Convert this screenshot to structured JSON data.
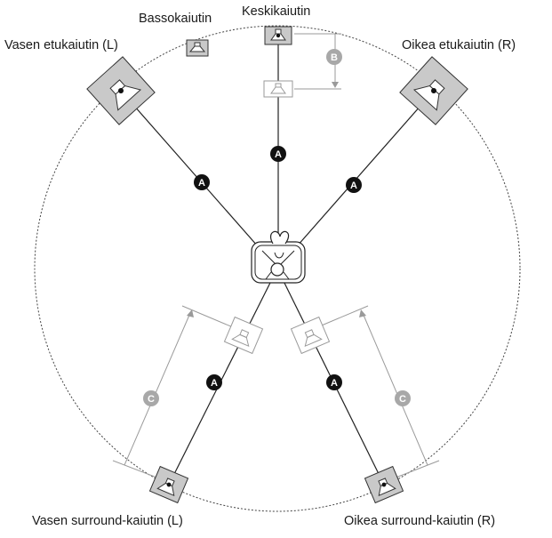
{
  "labels": {
    "subwoofer": "Bassokaiutin",
    "center": "Keskikaiutin",
    "front_left": "Vasen etukaiutin (L)",
    "front_right": "Oikea etukaiutin (R)",
    "surround_left": "Vasen surround-kaiutin (L)",
    "surround_right": "Oikea surround-kaiutin (R)"
  },
  "markers": {
    "a": "A",
    "b": "B",
    "c": "C"
  },
  "colors": {
    "line": "#222222",
    "grey": "#9a9a9a",
    "box": "#c9c9c9",
    "badge": "#111111",
    "badge_grey": "#a8a8a8"
  }
}
